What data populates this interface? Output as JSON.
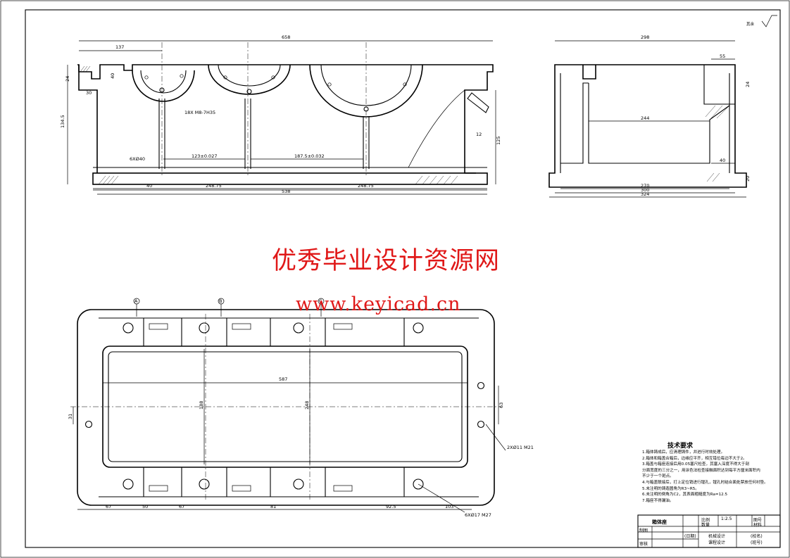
{
  "watermark": {
    "chinese": "优秀毕业设计资源网",
    "url": "www.keyicad.cn",
    "color": "#e01818"
  },
  "front_view": {
    "dims": {
      "overall_length": "658",
      "left_offset": "137",
      "base_length": "538",
      "span_left": "248.75",
      "span_right": "248.75",
      "overall_height": "134.5",
      "right_height": "125",
      "seat_left": "123±0.027",
      "seat_right": "187.5±0.032",
      "left_24": "24",
      "left_40": "40",
      "left_30": "30",
      "base_40": "40",
      "hole_callout": "6XØ40"
    },
    "notes": {
      "bolt_callout": "18X M8-7H35",
      "small_12": "12"
    }
  },
  "side_view": {
    "dims": {
      "top_width": "298",
      "right_step": "55",
      "inner_width": "244",
      "base_40": "40",
      "base_width_a": "270",
      "base_width_b": "300",
      "base_width_c": "324",
      "right_24": "24",
      "right_20": "20"
    }
  },
  "top_view": {
    "dims": {
      "inner_length": "587",
      "inner_height": "188",
      "center_248": "248",
      "left_31": "31",
      "right_63": "63",
      "bottom_67a": "67",
      "bottom_50": "50",
      "bottom_67b": "67",
      "bottom_81": "81",
      "bottom_92": "92.5",
      "bottom_103": "103"
    },
    "labels": {
      "section_a": "A",
      "section_b": "B",
      "section_c": "C",
      "callout_right": "2XØ11  M21",
      "callout_bottom": "6XØ17  M27"
    }
  },
  "surface_finish": "其余",
  "tech_requirements": {
    "title": "技术要求",
    "items": [
      "1.箱体铸成后，应清理铸件，并进行时效处理。",
      "2.箱体和箱盖合箱后，边缘应平齐，相互错位每边不大于2。",
      "3.箱盖与箱座连接后用0.05塞尺检查，其塞入深度不得大于剖",
      "分面宽度的三分之一，用涂色法检查接触面积达到每平方厘米面积内",
      "不少于一个斑点。",
      "4.与箱盖联接后，打上定位销进行镗孔，镗孔时结合面处禁放任何衬垫。",
      "5.未注明的铸造圆角为R3~R5。",
      "6.未注明的倒角为C2，其表面粗糙度为Ra=12.5",
      "7.箱座不得漏油。"
    ]
  },
  "title_block": {
    "part_name": "箱体座",
    "scale_label": "比例",
    "scale_value": "1:2.5",
    "sheet_label": "图号",
    "qty_label": "数量",
    "material_label": "材料",
    "drawn_label": "制图",
    "check_label": "审核",
    "date_label": "(日期)",
    "course_1": "机械设计",
    "course_2": "课程设计",
    "school_label": "(校名)",
    "class_label": "(班号)"
  }
}
